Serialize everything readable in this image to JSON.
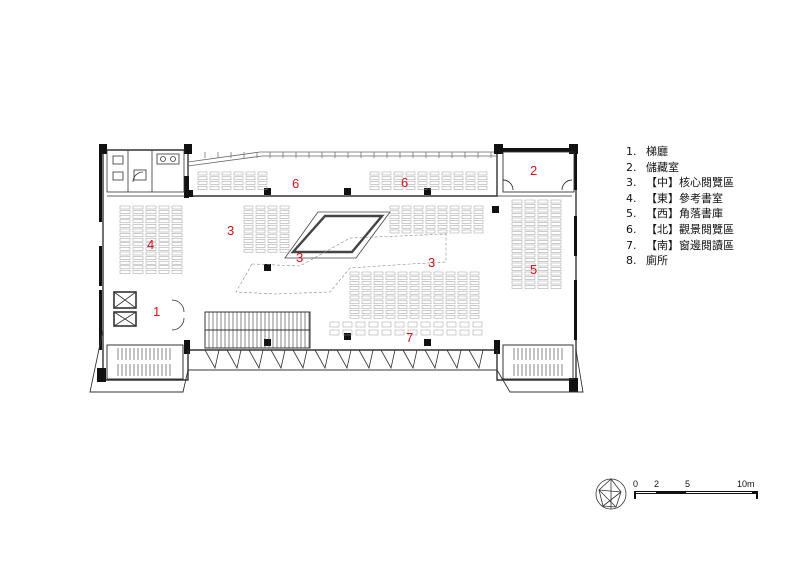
{
  "legend": [
    {
      "num": "1.",
      "text": "梯廳"
    },
    {
      "num": "2.",
      "text": "儲藏室"
    },
    {
      "num": "3.",
      "text": "【中】核心閱覽區"
    },
    {
      "num": "4.",
      "text": "【東】參考書室"
    },
    {
      "num": "5.",
      "text": "【西】角落書庫"
    },
    {
      "num": "6.",
      "text": "【北】觀景閱覽區"
    },
    {
      "num": "7.",
      "text": "【南】窗邊閱讀區"
    },
    {
      "num": "8.",
      "text": "廁所"
    }
  ],
  "room_labels": [
    "1",
    "2",
    "3",
    "3",
    "3",
    "4",
    "5",
    "6",
    "6",
    "7"
  ],
  "scale_bar": {
    "ticks": [
      "0",
      "2",
      "5",
      "10m"
    ]
  },
  "colors": {
    "wall": "#111111",
    "line": "#555555",
    "furniture": "#9a9a9a",
    "label": "#d0141e"
  }
}
